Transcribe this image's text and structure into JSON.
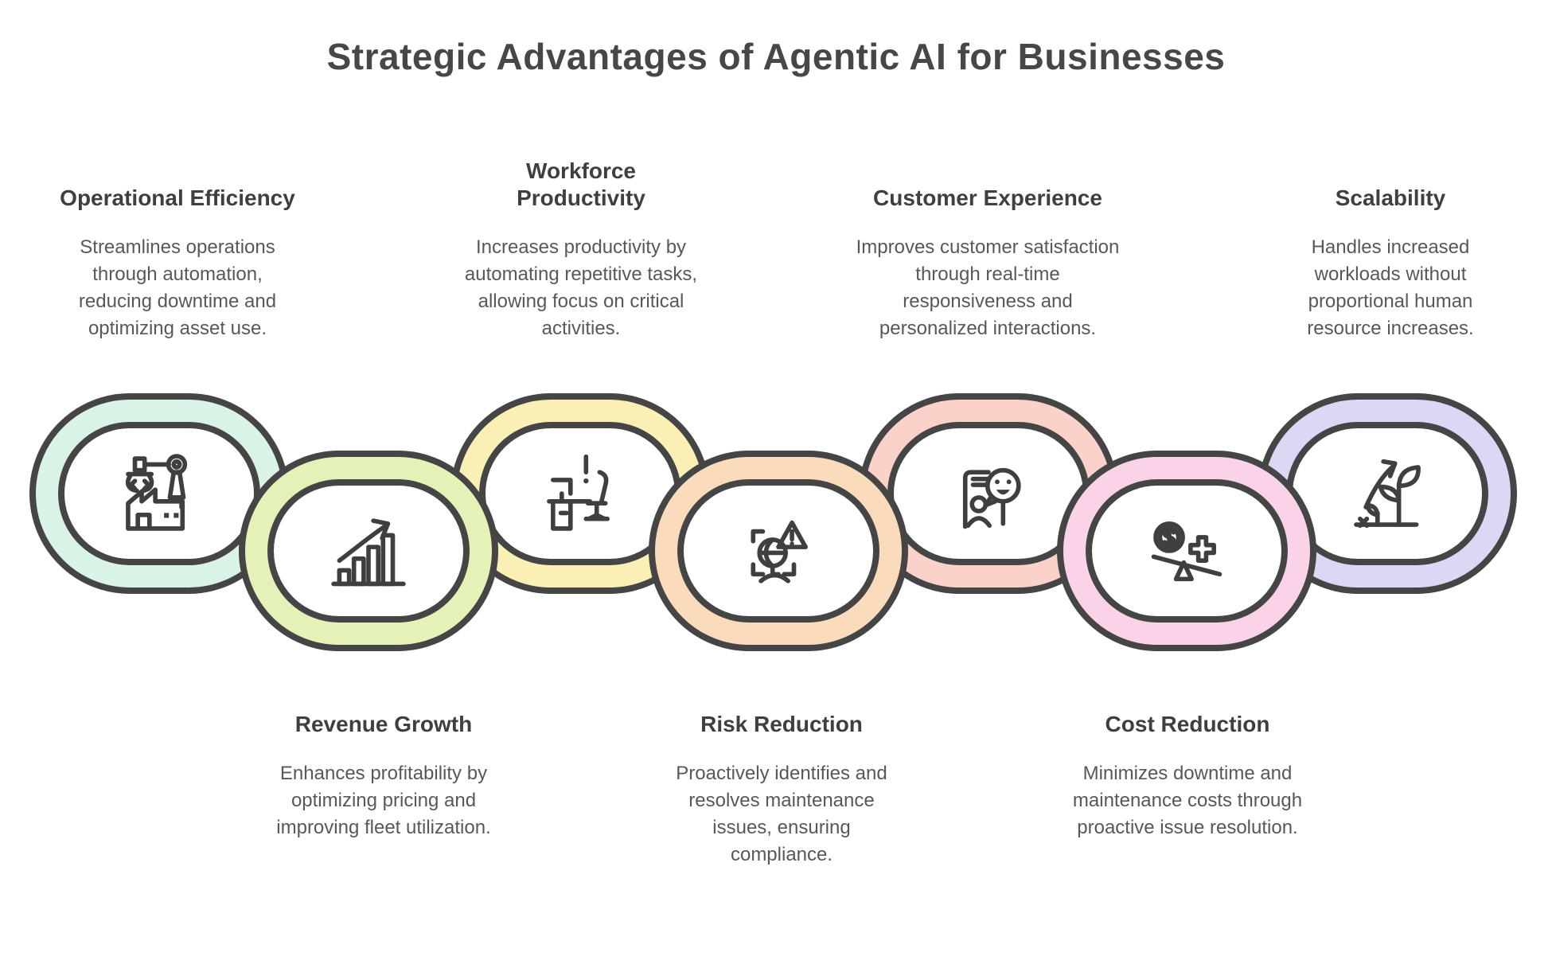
{
  "title": "Strategic Advantages of Agentic AI for Businesses",
  "advantages": [
    {
      "label": "Operational Efficiency",
      "description": "Streamlines operations through automation, reducing downtime and optimizing asset use.",
      "color": "#daf3e7",
      "icon": "factory-crane-icon",
      "row": "top"
    },
    {
      "label": "Revenue Growth",
      "description": "Enhances profitability by optimizing pricing and improving fleet utilization.",
      "color": "#e4f2b8",
      "icon": "growth-bar-chart-icon",
      "row": "bottom"
    },
    {
      "label": "Workforce Productivity",
      "description": "Increases productivity by automating repetitive tasks, allowing focus on critical activities.",
      "color": "#faf0b6",
      "icon": "workstation-icon",
      "row": "top"
    },
    {
      "label": "Risk Reduction",
      "description": "Proactively identifies and resolves maintenance issues, ensuring compliance.",
      "color": "#fadcbd",
      "icon": "globe-warning-icon",
      "row": "bottom"
    },
    {
      "label": "Customer Experience",
      "description": "Improves customer satisfaction through real-time responsiveness and personalized interactions.",
      "color": "#fbd2ca",
      "icon": "customer-smiley-icon",
      "row": "top"
    },
    {
      "label": "Cost Reduction",
      "description": "Minimizes downtime and maintenance costs through proactive issue resolution.",
      "color": "#fbd3e9",
      "icon": "cost-balance-icon",
      "row": "bottom"
    },
    {
      "label": "Scalability",
      "description": "Handles increased workloads without proportional human resource increases.",
      "color": "#dcd7f4",
      "icon": "growth-plant-icon",
      "row": "top"
    }
  ],
  "colors": {
    "outline": "#454545",
    "icon_stroke": "#3f3f3f",
    "heading_text": "#3f3f3f",
    "body_text": "#585858",
    "title_text": "#474747",
    "background": "#ffffff"
  }
}
